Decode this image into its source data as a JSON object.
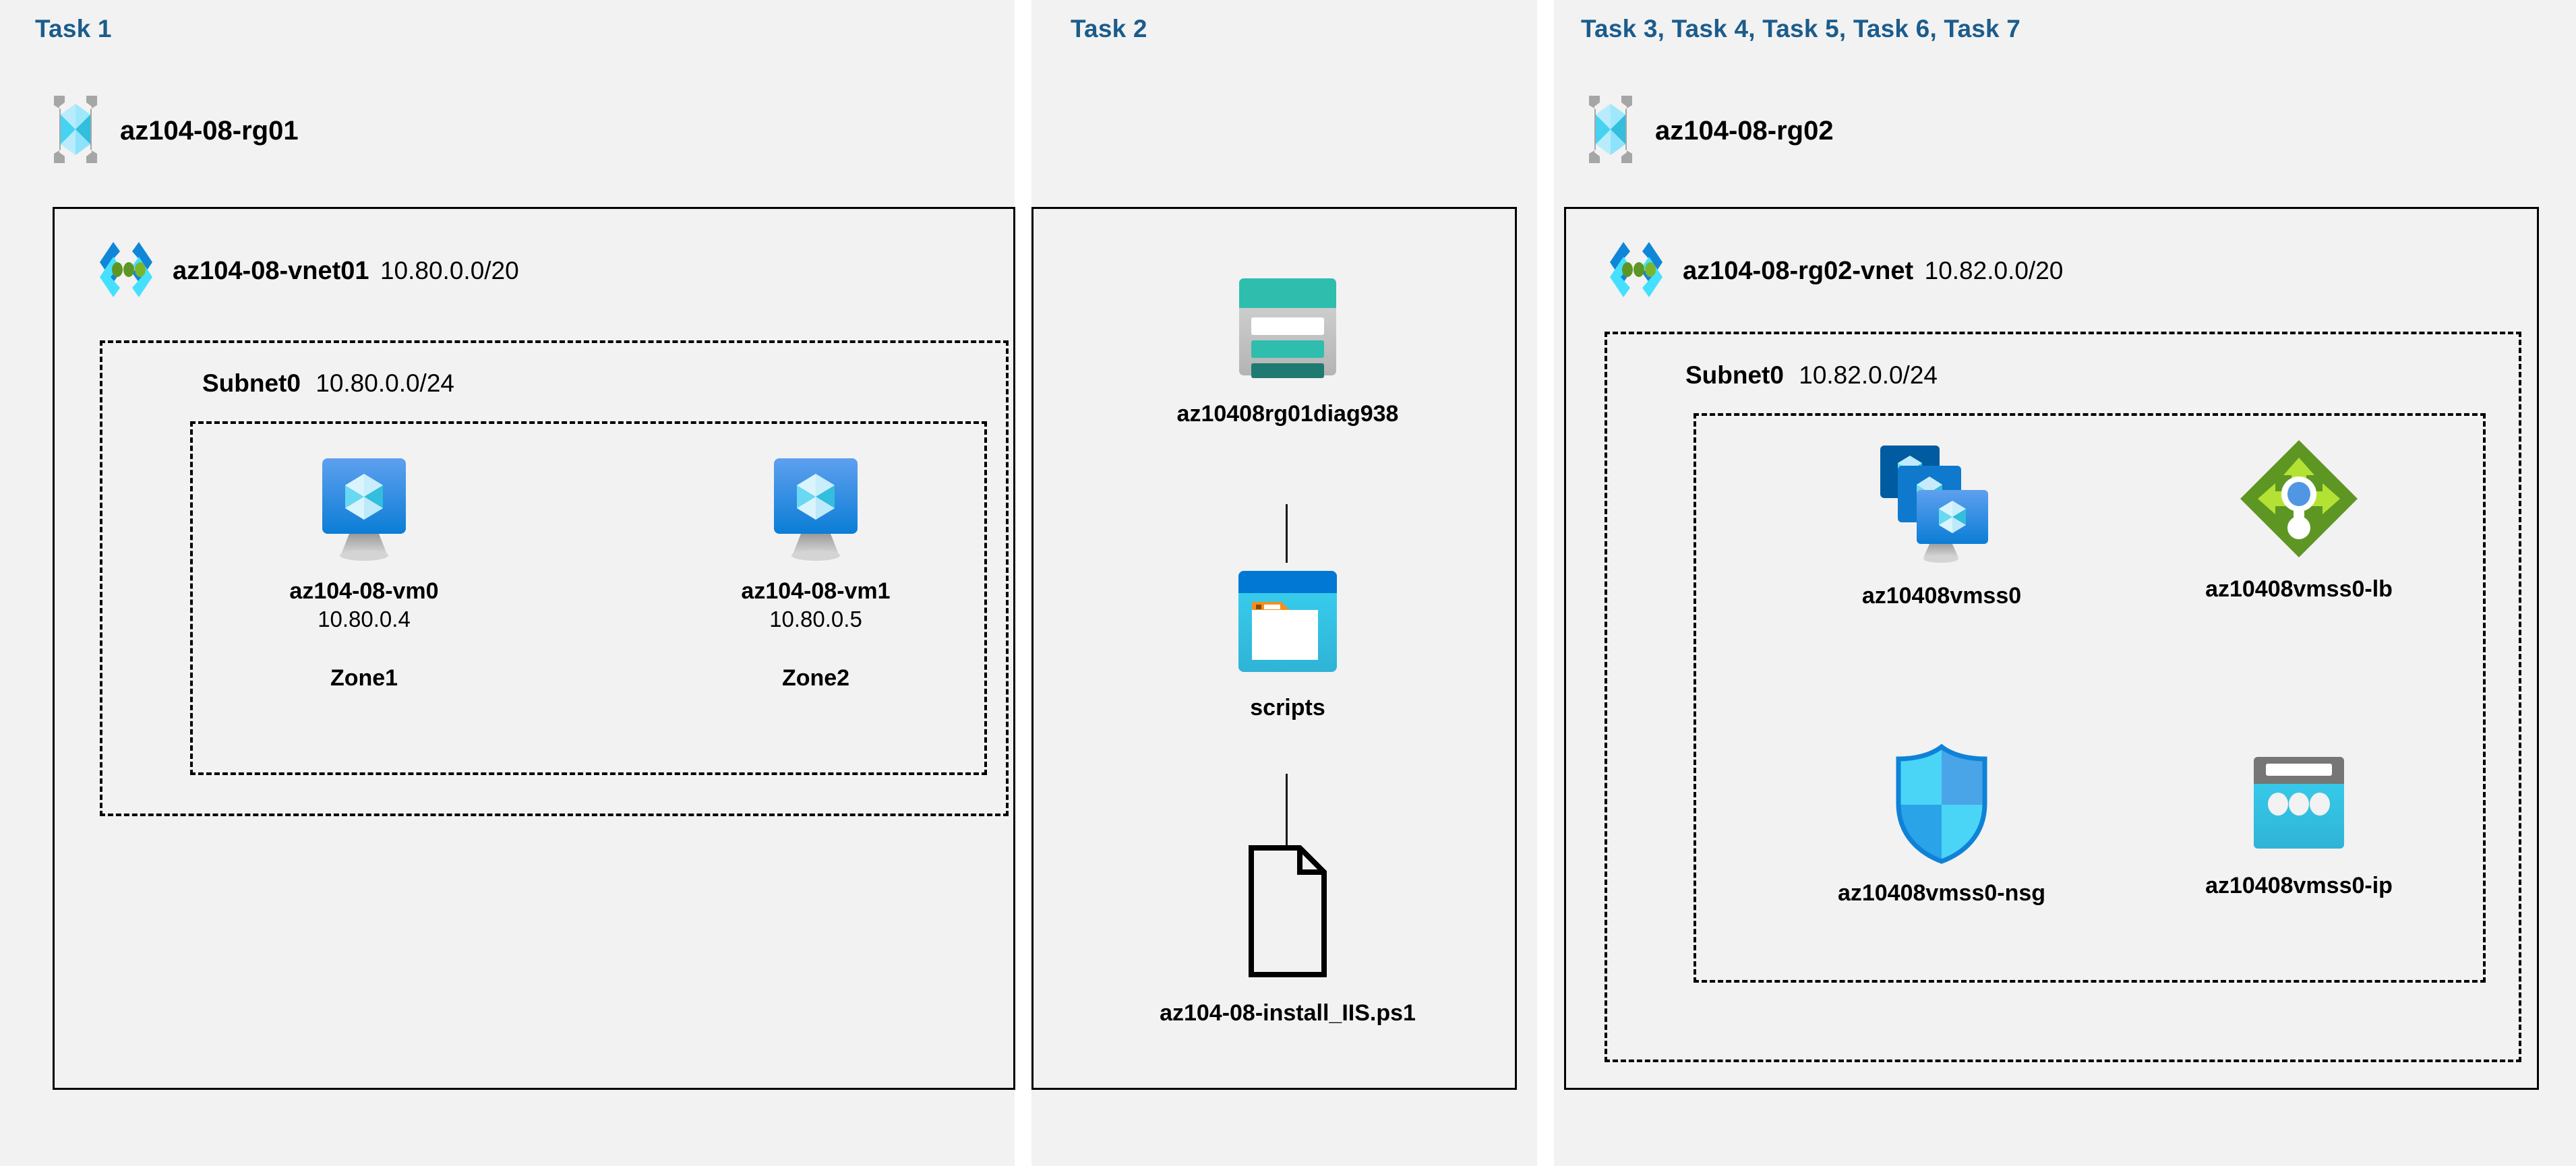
{
  "diagram": {
    "title_color": "#1b5c8c",
    "panel_bg": "#f2f2f2",
    "columns": [
      {
        "id": "col1",
        "task_title": "Task 1",
        "resource_group": {
          "name": "az104-08-rg01",
          "icon": "resource-group-icon"
        },
        "vnet": {
          "name": "az104-08-vnet01",
          "cidr": "10.80.0.0/20",
          "icon": "virtual-network-icon"
        },
        "subnet": {
          "name": "Subnet0",
          "cidr": "10.80.0.0/24"
        },
        "vms": [
          {
            "name": "az104-08-vm0",
            "ip": "10.80.0.4",
            "zone": "Zone1",
            "icon": "virtual-machine-icon"
          },
          {
            "name": "az104-08-vm1",
            "ip": "10.80.0.5",
            "zone": "Zone2",
            "icon": "virtual-machine-icon"
          }
        ]
      },
      {
        "id": "col2",
        "task_title": "Task 2",
        "items": [
          {
            "name": "az10408rg01diag938",
            "icon": "storage-account-icon"
          },
          {
            "name": "scripts",
            "icon": "blob-container-icon"
          },
          {
            "name": "az104-08-install_IIS.ps1",
            "icon": "file-icon"
          }
        ]
      },
      {
        "id": "col3",
        "task_title": "Task 3, Task 4, Task 5, Task 6, Task 7",
        "resource_group": {
          "name": "az104-08-rg02",
          "icon": "resource-group-icon"
        },
        "vnet": {
          "name": "az104-08-rg02-vnet",
          "cidr": "10.82.0.0/20",
          "icon": "virtual-network-icon"
        },
        "subnet": {
          "name": "Subnet0",
          "cidr": "10.82.0.0/24"
        },
        "resources": [
          {
            "name": "az10408vmss0",
            "icon": "vm-scale-set-icon"
          },
          {
            "name": "az10408vmss0-lb",
            "icon": "load-balancer-icon"
          },
          {
            "name": "az10408vmss0-nsg",
            "icon": "network-security-group-icon"
          },
          {
            "name": "az10408vmss0-ip",
            "icon": "public-ip-address-icon"
          }
        ]
      }
    ],
    "colors": {
      "azure_blue": "#0078d4",
      "azure_cyan": "#32bedd",
      "teal": "#2fbdae",
      "green": "#6bb32e",
      "gray": "#9a9a9a",
      "outline": "#000000"
    }
  }
}
